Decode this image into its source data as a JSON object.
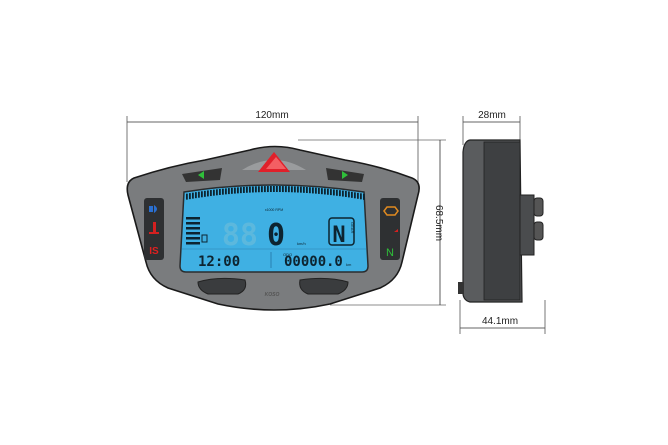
{
  "dimensions": {
    "width": "120mm",
    "height": "68.5mm",
    "depth_top": "28mm",
    "depth_bottom": "44.1mm"
  },
  "display": {
    "rpm_label": "x1000 RPM",
    "speed": "0",
    "speed_ghost": "88",
    "speed_unit": "km/h",
    "gear": "N",
    "gear_label": "GEAR",
    "clock": "12:00",
    "odo_label": "ODO",
    "odometer": "00000",
    "odometer_decimal": ".0",
    "odo_unit": "km",
    "brand": "KOSO"
  },
  "indicators": {
    "left": [
      "headlight-icon",
      "temperature-icon",
      "fuel-injection-icon"
    ],
    "right": [
      "engine-check-icon",
      "oil-icon",
      "neutral-icon"
    ],
    "neutral_label": "N"
  },
  "colors": {
    "lcd": "#3fb0e3",
    "housing": "#7a7c7e",
    "turn_signal": "#2fbf3a",
    "shift_light": "#e0202a"
  }
}
